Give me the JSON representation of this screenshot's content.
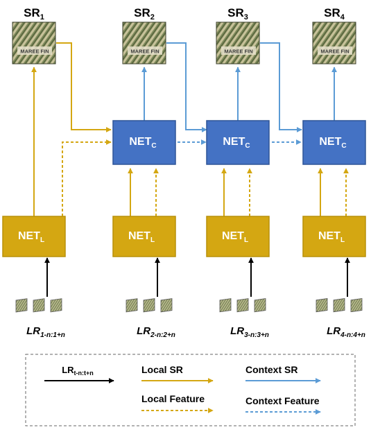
{
  "colors": {
    "local": "#d4a712",
    "context": "#5b9bd5",
    "net_c_fill": "#4472c4",
    "net_c_stroke": "#2f5597",
    "net_l_fill": "#d4a712",
    "net_l_stroke": "#b8900a",
    "input": "#000000"
  },
  "sr_outputs": [
    {
      "base": "SR",
      "sub": "1",
      "patch_text": "MAREE FIN"
    },
    {
      "base": "SR",
      "sub": "2",
      "patch_text": "MAREE FIN"
    },
    {
      "base": "SR",
      "sub": "3",
      "patch_text": "MAREE FIN"
    },
    {
      "base": "SR",
      "sub": "4",
      "patch_text": "MAREE FIN"
    }
  ],
  "net_c": [
    {
      "base": "NET",
      "sub": "C"
    },
    {
      "base": "NET",
      "sub": "C"
    },
    {
      "base": "NET",
      "sub": "C"
    }
  ],
  "net_l": [
    {
      "base": "NET",
      "sub": "L"
    },
    {
      "base": "NET",
      "sub": "L"
    },
    {
      "base": "NET",
      "sub": "L"
    },
    {
      "base": "NET",
      "sub": "L"
    }
  ],
  "lr_inputs": [
    {
      "base": "LR",
      "sub": "1-n:1+n"
    },
    {
      "base": "LR",
      "sub": "2-n:2+n"
    },
    {
      "base": "LR",
      "sub": "3-n:3+n"
    },
    {
      "base": "LR",
      "sub": "4-n:4+n"
    }
  ],
  "legend": {
    "input": {
      "base": "LR",
      "sub": "t-n:t+n"
    },
    "local_sr": "Local SR",
    "local_feature": "Local Feature",
    "context_sr": "Context SR",
    "context_feature": "Context Feature"
  }
}
